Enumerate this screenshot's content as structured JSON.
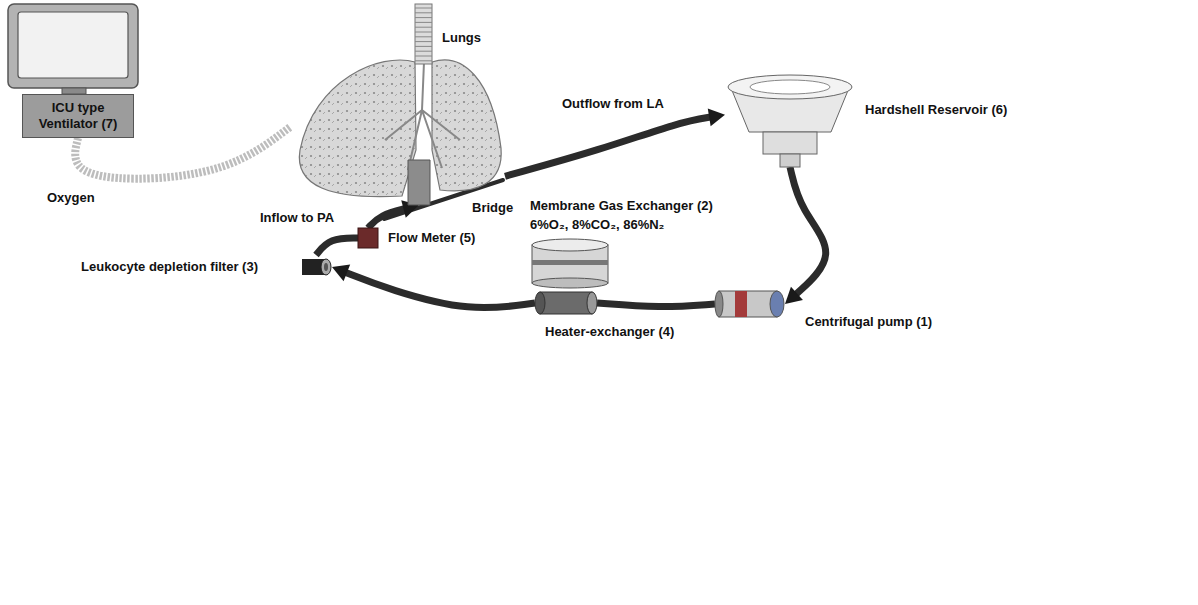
{
  "diagram": {
    "nodes": [
      {
        "text": [
          "ICU type Ventilator (7)"
        ]
      },
      {
        "text": [
          "Lungs"
        ]
      },
      {
        "text": [
          "Hardshell Reservoir (6)"
        ]
      },
      {
        "text": [
          "Centrifugal pump (1)"
        ]
      },
      {
        "text": [
          "Membrane Gas Exchanger (2)",
          "6%O₂, 8%CO₂, 86%N₂"
        ]
      },
      {
        "text": [
          "Heater-exchanger (4)"
        ]
      },
      {
        "text": [
          "Leukocyte depletion filter (3)"
        ]
      },
      {
        "text": [
          "Flow Meter (5)"
        ]
      }
    ],
    "edges": [
      {
        "from": 0,
        "to": 1,
        "label": "Oxygen",
        "arrow": "none"
      },
      {
        "from": 1,
        "to": 2,
        "label": "Outflow from LA",
        "arrow": "to"
      },
      {
        "from": 2,
        "to": 3,
        "arrow": "to"
      },
      {
        "from": 3,
        "to": 5,
        "arrow": "none"
      },
      {
        "from": 5,
        "to": 6,
        "arrow": "to"
      },
      {
        "from": 6,
        "to": 7,
        "arrow": "none"
      },
      {
        "from": 7,
        "to": 1,
        "label": "Inflow to PA",
        "arrow": "to"
      }
    ],
    "labels": [
      "Bridge"
    ]
  }
}
